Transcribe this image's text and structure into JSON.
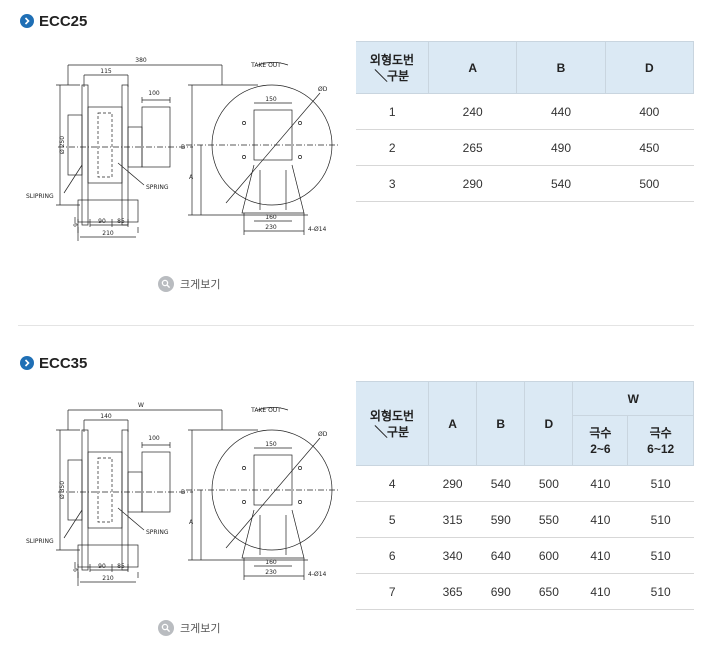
{
  "sections": [
    {
      "title": "ECC25",
      "zoom_label": "크게보기",
      "drawing": {
        "take_out": "TAKE OUT",
        "slipring": "SLIPRING",
        "spring": "SPRING",
        "dia_d": "ØD",
        "dims": {
          "width_top": "380",
          "inner_top": "115",
          "side": "100",
          "diameter": "Ø 250",
          "bottom_a": "90",
          "bottom_b": "85",
          "bottom_total": "210",
          "small": "9",
          "front_top": "150",
          "front_mid": "160",
          "front_bottom": "230",
          "hole": "4-Ø14",
          "label_a": "A",
          "label_b": "B"
        }
      },
      "table": {
        "header_row1": [
          "외형도번\n╲구분",
          "A",
          "B",
          "D"
        ],
        "rows": [
          [
            "1",
            "240",
            "440",
            "400"
          ],
          [
            "2",
            "265",
            "490",
            "450"
          ],
          [
            "3",
            "290",
            "540",
            "500"
          ]
        ]
      }
    },
    {
      "title": "ECC35",
      "zoom_label": "크게보기",
      "drawing": {
        "take_out": "TAKE OUT",
        "slipring": "SLIPRING",
        "spring": "SPRING",
        "dia_d": "ØD",
        "dims": {
          "width_top": "W",
          "inner_top": "140",
          "side": "100",
          "diameter": "Ø 350",
          "bottom_a": "90",
          "bottom_b": "85",
          "bottom_total": "210",
          "small": "9",
          "front_top": "150",
          "front_mid": "160",
          "front_bottom": "230",
          "hole": "4-Ø14",
          "label_a": "A",
          "label_b": "B"
        }
      },
      "table": {
        "header_row1": [
          "외형도번\n╲구분",
          "A",
          "B",
          "D",
          "W"
        ],
        "header_row2": [
          "극수\n2~6",
          "극수\n6~12"
        ],
        "rows": [
          [
            "4",
            "290",
            "540",
            "500",
            "410",
            "510"
          ],
          [
            "5",
            "315",
            "590",
            "550",
            "410",
            "510"
          ],
          [
            "6",
            "340",
            "640",
            "600",
            "410",
            "510"
          ],
          [
            "7",
            "365",
            "690",
            "650",
            "410",
            "510"
          ]
        ]
      }
    }
  ],
  "colors": {
    "accent": "#1f6fb5",
    "table_header": "#dbe9f4",
    "zoom_icon": "#b9bcc0"
  }
}
